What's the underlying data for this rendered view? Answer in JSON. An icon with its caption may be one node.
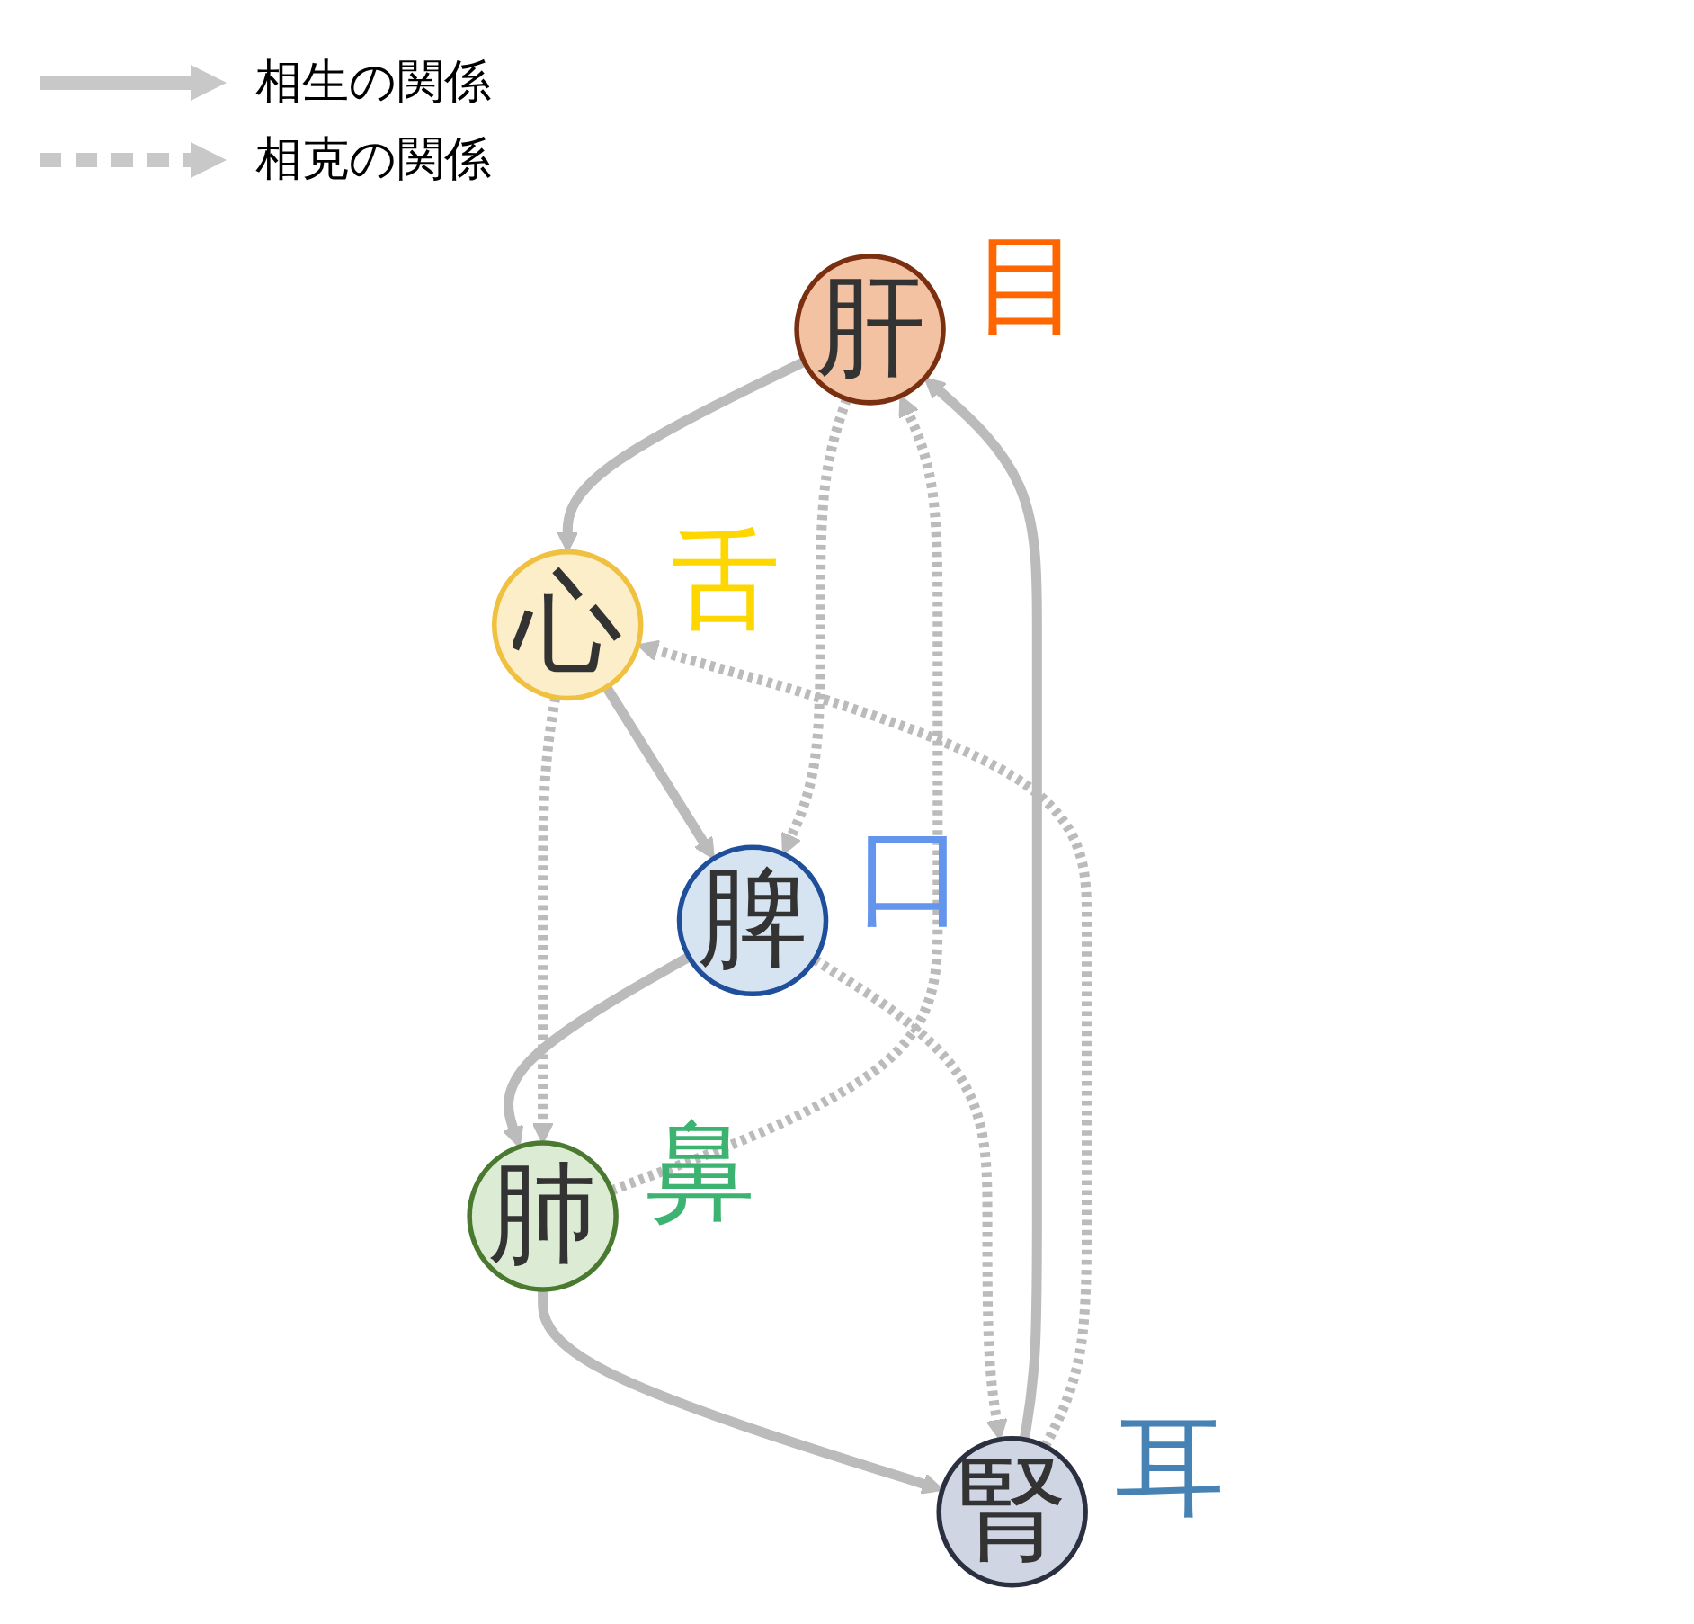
{
  "diagram": {
    "nodes": [
      {
        "text": [
          "肝"
        ],
        "beside": [
          "目"
        ]
      },
      {
        "text": [
          "心"
        ],
        "beside": [
          "舌"
        ]
      },
      {
        "text": [
          "脾"
        ],
        "beside": [
          "口"
        ]
      },
      {
        "text": [
          "肺"
        ],
        "beside": [
          "鼻"
        ]
      },
      {
        "text": [
          "腎"
        ],
        "beside": [
          "耳"
        ]
      }
    ],
    "edges": [
      {
        "from": 0,
        "to": 1,
        "arrow": "to"
      },
      {
        "from": 1,
        "to": 2,
        "arrow": "to"
      },
      {
        "from": 2,
        "to": 3,
        "arrow": "to"
      },
      {
        "from": 3,
        "to": 4,
        "arrow": "to"
      },
      {
        "from": 4,
        "to": 0,
        "arrow": "to"
      },
      {
        "from": 0,
        "to": 2,
        "arrow": "to",
        "style": "dashed"
      },
      {
        "from": 2,
        "to": 4,
        "arrow": "to",
        "style": "dashed"
      },
      {
        "from": 4,
        "to": 1,
        "arrow": "to",
        "style": "dashed"
      },
      {
        "from": 1,
        "to": 3,
        "arrow": "to",
        "style": "dashed"
      },
      {
        "from": 3,
        "to": 0,
        "arrow": "to",
        "style": "dashed"
      }
    ],
    "legend": [
      {
        "text": "相生の関係"
      },
      {
        "text": "相克の関係"
      }
    ]
  }
}
